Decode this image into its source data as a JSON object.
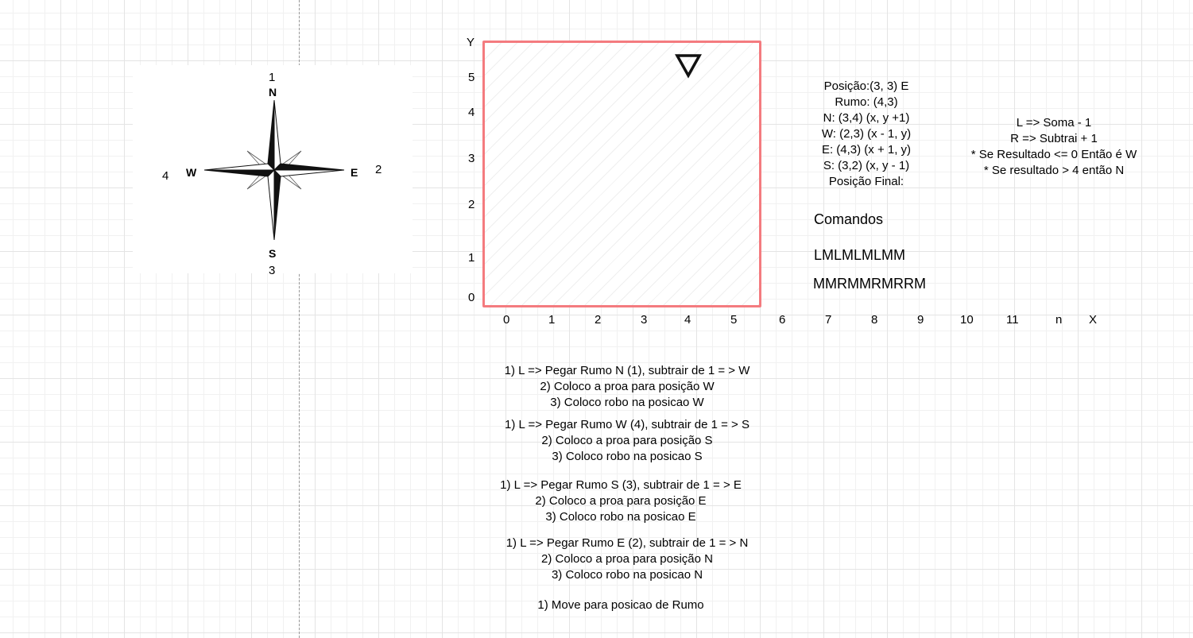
{
  "compass": {
    "cardinals": {
      "n": "N",
      "e": "E",
      "s": "S",
      "w": "W"
    },
    "numbers": {
      "n": "1",
      "e": "2",
      "s": "3",
      "w": "4"
    }
  },
  "grid": {
    "y_axis_title": "Y",
    "x_axis_title": "X",
    "y_ticks": [
      "5",
      "4",
      "3",
      "2",
      "1",
      "0"
    ],
    "x_ticks": [
      "0",
      "1",
      "2",
      "3",
      "4",
      "5",
      "6",
      "7",
      "8",
      "9",
      "10",
      "11",
      "n"
    ],
    "robot": {
      "symbol": "inverted-triangle",
      "x": 4,
      "y": 5
    },
    "colors": {
      "border": "#f47b7f",
      "robot": "#111111"
    }
  },
  "info": [
    "Posição:(3, 3) E",
    "Rumo: (4,3)",
    "N: (3,4) (x, y +1)",
    "W: (2,3) (x - 1, y)",
    "E: (4,3) (x + 1, y)",
    "S: (3,2) (x, y - 1)",
    "Posição Final:"
  ],
  "rules": [
    "L => Soma - 1",
    "R => Subtrai + 1",
    "* Se Resultado <= 0 Então é W",
    "* Se resultado > 4 então N"
  ],
  "commands": {
    "title": "Comandos",
    "items": [
      "LMLMLMLMM",
      "MMRMMRMRRM"
    ]
  },
  "steps": [
    [
      "1) L => Pegar Rumo N (1), subtrair de 1 = > W",
      "2) Coloco a proa para posição W",
      "3) Coloco robo na posicao W"
    ],
    [
      "1) L => Pegar Rumo W (4), subtrair de 1 = > S",
      "2) Coloco a proa para posição S",
      "3) Coloco robo na posicao S"
    ],
    [
      "1) L => Pegar Rumo S (3), subtrair de 1 = > E",
      "2) Coloco a proa para posição E",
      "3) Coloco robo na posicao E"
    ],
    [
      "1) L => Pegar Rumo E (2), subtrair de 1 = > N",
      "2) Coloco a proa para posição N",
      "3) Coloco robo na posicao N"
    ],
    [
      "1) Move para posicao de Rumo"
    ]
  ]
}
